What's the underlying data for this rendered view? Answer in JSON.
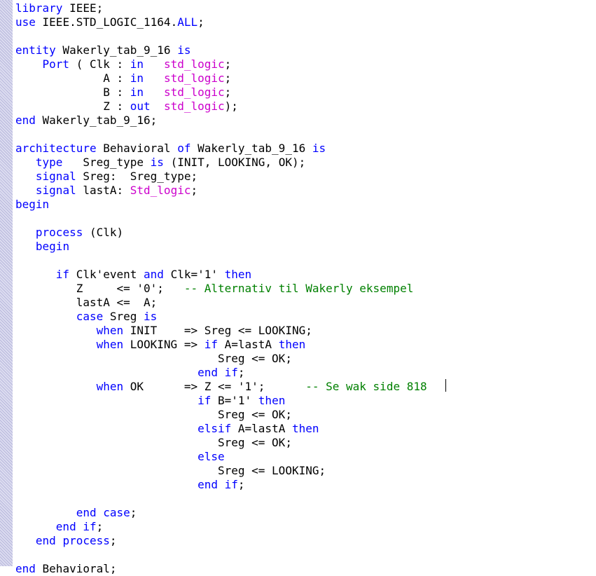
{
  "editor": {
    "lines": [
      [
        {
          "t": "library",
          "c": "kw"
        },
        {
          "t": " IEEE;",
          "c": "tx"
        }
      ],
      [
        {
          "t": "use",
          "c": "kw"
        },
        {
          "t": " IEEE.STD_LOGIC_1164.",
          "c": "tx"
        },
        {
          "t": "ALL",
          "c": "kw"
        },
        {
          "t": ";",
          "c": "tx"
        }
      ],
      [],
      [
        {
          "t": "entity",
          "c": "kw"
        },
        {
          "t": " Wakerly_tab_9_16 ",
          "c": "tx"
        },
        {
          "t": "is",
          "c": "kw"
        }
      ],
      [
        {
          "t": "    ",
          "c": "tx"
        },
        {
          "t": "Port",
          "c": "kw"
        },
        {
          "t": " ( Clk : ",
          "c": "tx"
        },
        {
          "t": "in",
          "c": "kw"
        },
        {
          "t": "   ",
          "c": "tx"
        },
        {
          "t": "std_logic",
          "c": "ty"
        },
        {
          "t": ";",
          "c": "tx"
        }
      ],
      [
        {
          "t": "             A : ",
          "c": "tx"
        },
        {
          "t": "in",
          "c": "kw"
        },
        {
          "t": "   ",
          "c": "tx"
        },
        {
          "t": "std_logic",
          "c": "ty"
        },
        {
          "t": ";",
          "c": "tx"
        }
      ],
      [
        {
          "t": "             B : ",
          "c": "tx"
        },
        {
          "t": "in",
          "c": "kw"
        },
        {
          "t": "   ",
          "c": "tx"
        },
        {
          "t": "std_logic",
          "c": "ty"
        },
        {
          "t": ";",
          "c": "tx"
        }
      ],
      [
        {
          "t": "             Z : ",
          "c": "tx"
        },
        {
          "t": "out",
          "c": "kw"
        },
        {
          "t": "  ",
          "c": "tx"
        },
        {
          "t": "std_logic",
          "c": "ty"
        },
        {
          "t": ");",
          "c": "tx"
        }
      ],
      [
        {
          "t": "end",
          "c": "kw"
        },
        {
          "t": " Wakerly_tab_9_16;",
          "c": "tx"
        }
      ],
      [],
      [
        {
          "t": "architecture",
          "c": "kw"
        },
        {
          "t": " Behavioral ",
          "c": "tx"
        },
        {
          "t": "of",
          "c": "kw"
        },
        {
          "t": " Wakerly_tab_9_16 ",
          "c": "tx"
        },
        {
          "t": "is",
          "c": "kw"
        }
      ],
      [
        {
          "t": "   ",
          "c": "tx"
        },
        {
          "t": "type",
          "c": "kw"
        },
        {
          "t": "   Sreg_type ",
          "c": "tx"
        },
        {
          "t": "is",
          "c": "kw"
        },
        {
          "t": " (INIT, LOOKING, OK);",
          "c": "tx"
        }
      ],
      [
        {
          "t": "   ",
          "c": "tx"
        },
        {
          "t": "signal",
          "c": "kw"
        },
        {
          "t": " Sreg:  Sreg_type;",
          "c": "tx"
        }
      ],
      [
        {
          "t": "   ",
          "c": "tx"
        },
        {
          "t": "signal",
          "c": "kw"
        },
        {
          "t": " lastA: ",
          "c": "tx"
        },
        {
          "t": "Std_logic",
          "c": "ty"
        },
        {
          "t": ";",
          "c": "tx"
        }
      ],
      [
        {
          "t": "begin",
          "c": "kw"
        }
      ],
      [],
      [
        {
          "t": "   ",
          "c": "tx"
        },
        {
          "t": "process",
          "c": "kw"
        },
        {
          "t": " (Clk)",
          "c": "tx"
        }
      ],
      [
        {
          "t": "   ",
          "c": "tx"
        },
        {
          "t": "begin",
          "c": "kw"
        }
      ],
      [],
      [
        {
          "t": "      ",
          "c": "tx"
        },
        {
          "t": "if",
          "c": "kw"
        },
        {
          "t": " Clk'event ",
          "c": "tx"
        },
        {
          "t": "and",
          "c": "kw"
        },
        {
          "t": " Clk='1' ",
          "c": "tx"
        },
        {
          "t": "then",
          "c": "kw"
        }
      ],
      [
        {
          "t": "         Z     <= '0';   ",
          "c": "tx"
        },
        {
          "t": "-- Alternativ til Wakerly eksempel",
          "c": "cm"
        }
      ],
      [
        {
          "t": "         lastA <=  A;",
          "c": "tx"
        }
      ],
      [
        {
          "t": "         ",
          "c": "tx"
        },
        {
          "t": "case",
          "c": "kw"
        },
        {
          "t": " Sreg ",
          "c": "tx"
        },
        {
          "t": "is",
          "c": "kw"
        }
      ],
      [
        {
          "t": "            ",
          "c": "tx"
        },
        {
          "t": "when",
          "c": "kw"
        },
        {
          "t": " INIT    => Sreg <= LOOKING;",
          "c": "tx"
        }
      ],
      [
        {
          "t": "            ",
          "c": "tx"
        },
        {
          "t": "when",
          "c": "kw"
        },
        {
          "t": " LOOKING => ",
          "c": "tx"
        },
        {
          "t": "if",
          "c": "kw"
        },
        {
          "t": " A=lastA ",
          "c": "tx"
        },
        {
          "t": "then",
          "c": "kw"
        }
      ],
      [
        {
          "t": "                              Sreg <= OK;",
          "c": "tx"
        }
      ],
      [
        {
          "t": "                           ",
          "c": "tx"
        },
        {
          "t": "end if",
          "c": "kw"
        },
        {
          "t": ";",
          "c": "tx"
        }
      ],
      [
        {
          "t": "            ",
          "c": "tx"
        },
        {
          "t": "when",
          "c": "kw"
        },
        {
          "t": " OK      => Z <= '1';      ",
          "c": "tx"
        },
        {
          "t": "-- Se wak side 818",
          "c": "cm"
        }
      ],
      [
        {
          "t": "                           ",
          "c": "tx"
        },
        {
          "t": "if",
          "c": "kw"
        },
        {
          "t": " B='1' ",
          "c": "tx"
        },
        {
          "t": "then",
          "c": "kw"
        }
      ],
      [
        {
          "t": "                              Sreg <= OK;",
          "c": "tx"
        }
      ],
      [
        {
          "t": "                           ",
          "c": "tx"
        },
        {
          "t": "elsif",
          "c": "kw"
        },
        {
          "t": " A=lastA ",
          "c": "tx"
        },
        {
          "t": "then",
          "c": "kw"
        }
      ],
      [
        {
          "t": "                              Sreg <= OK;",
          "c": "tx"
        }
      ],
      [
        {
          "t": "                           ",
          "c": "tx"
        },
        {
          "t": "else",
          "c": "kw"
        }
      ],
      [
        {
          "t": "                              Sreg <= LOOKING;",
          "c": "tx"
        }
      ],
      [
        {
          "t": "                           ",
          "c": "tx"
        },
        {
          "t": "end if",
          "c": "kw"
        },
        {
          "t": ";",
          "c": "tx"
        }
      ],
      [],
      [
        {
          "t": "         ",
          "c": "tx"
        },
        {
          "t": "end case",
          "c": "kw"
        },
        {
          "t": ";",
          "c": "tx"
        }
      ],
      [
        {
          "t": "      ",
          "c": "tx"
        },
        {
          "t": "end if",
          "c": "kw"
        },
        {
          "t": ";",
          "c": "tx"
        }
      ],
      [
        {
          "t": "   ",
          "c": "tx"
        },
        {
          "t": "end process",
          "c": "kw"
        },
        {
          "t": ";",
          "c": "tx"
        }
      ],
      [],
      [
        {
          "t": "end",
          "c": "kw"
        },
        {
          "t": " Behavioral;",
          "c": "tx"
        }
      ]
    ]
  },
  "colors": {
    "keyword": "#0000ff",
    "type": "#cc00cc",
    "comment": "#008000",
    "text": "#000000",
    "background": "#ffffff",
    "gutter": "#dcdcf0"
  }
}
